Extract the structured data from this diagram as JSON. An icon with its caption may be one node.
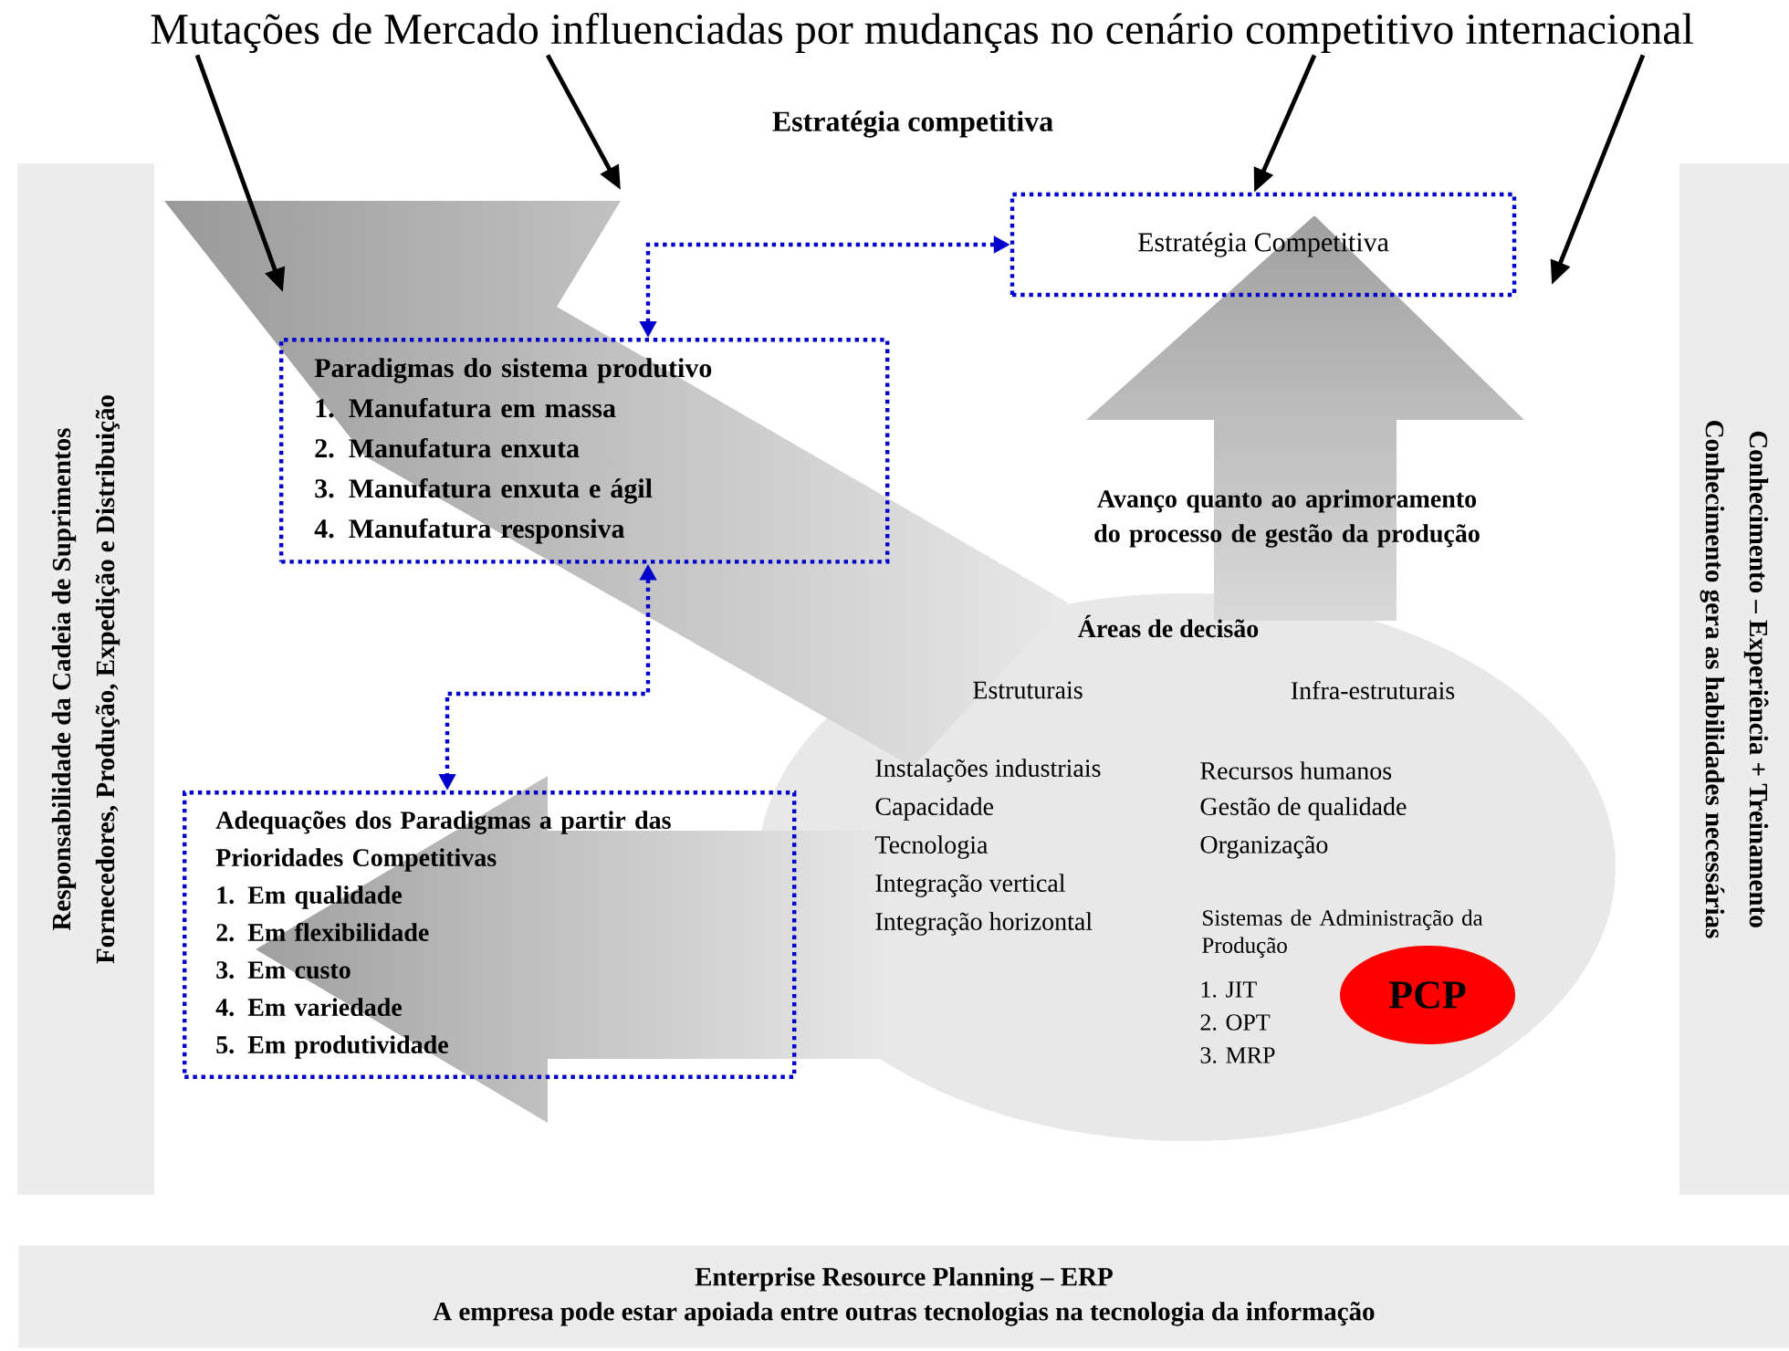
{
  "diagram": {
    "title": "Estratégia competitiva",
    "nodes": [
      {
        "text": [
          "Mutações de Mercado influenciadas por mudanças no cenário competitivo internacional"
        ]
      },
      {
        "text": [
          "Estratégia Competitiva"
        ]
      },
      {
        "text": [
          "Paradigmas do sistema produtivo",
          "1. Manufatura em massa",
          "2. Manufatura enxuta",
          "3. Manufatura enxuta e ágil",
          "4. Manufatura responsiva"
        ]
      },
      {
        "text": [
          "Adequações dos Paradigmas a partir das Prioridades Competitivas",
          "1. Em qualidade",
          "2. Em flexibilidade",
          "3. Em custo",
          "4. Em variedade",
          "5. Em produtividade"
        ]
      },
      {
        "text": [
          "Responsabilidade da Cadeia de Suprimentos",
          "Fornecedores, Produção, Expedição e Distribuição"
        ]
      },
      {
        "text": [
          "Conhecimento – Experiência + Treinamento",
          "Conhecimento gera as habilidades necessárias"
        ]
      },
      {
        "text": [
          "Enterprise Resource Planning – ERP",
          "A empresa pode estar apoiada entre outras tecnologias na tecnologia da informação"
        ]
      },
      {
        "text": [
          "PCP"
        ]
      }
    ],
    "edges": [
      {
        "from": 0,
        "to": null,
        "arrow": "to"
      },
      {
        "from": 0,
        "to": null,
        "arrow": "to"
      },
      {
        "from": 0,
        "to": 1,
        "arrow": "to"
      },
      {
        "from": 0,
        "to": null,
        "arrow": "to"
      },
      {
        "from": 2,
        "to": 1,
        "arrow": "both",
        "style": "dashed",
        "color": "#0000cc"
      },
      {
        "from": 2,
        "to": 3,
        "arrow": "both",
        "style": "dashed",
        "color": "#0000cc"
      }
    ],
    "labels": [
      "Avanço quanto ao aprimoramento do processo de gestão da produção",
      "Áreas de decisão",
      "Estruturais",
      "Infra-estruturais",
      "Instalações industriais",
      "Capacidade",
      "Tecnologia",
      "Integração vertical",
      "Integração horizontal",
      "Recursos humanos",
      "Gestão de qualidade",
      "Organização",
      "Sistemas de Administração da Produção",
      "1. JIT",
      "2. OPT",
      "3. MRP"
    ]
  }
}
